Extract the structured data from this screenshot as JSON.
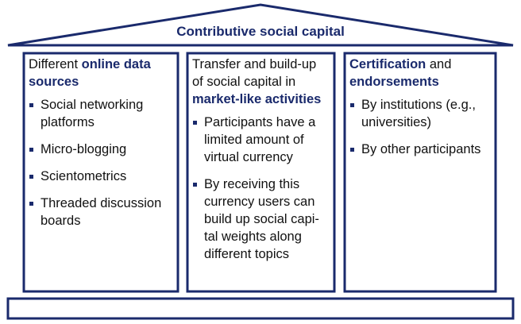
{
  "roof": {
    "title": "Contributive social capital"
  },
  "pillars": [
    {
      "heading": [
        {
          "text": "Different ",
          "emphasis": false
        },
        {
          "text": "online data sources",
          "emphasis": true
        }
      ],
      "items": [
        "Social networking platforms",
        "Micro-blogging",
        "Scientometrics",
        "Threaded discussion boards"
      ]
    },
    {
      "heading": [
        {
          "text": "Transfer and build-up of social capital in ",
          "emphasis": false
        },
        {
          "text": "market-like activities",
          "emphasis": true
        }
      ],
      "items": [
        "Participants have a limited amount of virtual currency",
        "By receiving this currency users can build up social capi-tal weights along different topics"
      ]
    },
    {
      "heading": [
        {
          "text": "Certification",
          "emphasis": true
        },
        {
          "text": " and ",
          "emphasis": false
        },
        {
          "text": "endorsements",
          "emphasis": true
        }
      ],
      "items": [
        "By institutions (e.g., universities)",
        "By other participants"
      ]
    }
  ],
  "base": {
    "label": ""
  },
  "colors": {
    "outline": "#1a2a6c",
    "emphasis": "#1a2a6c",
    "text": "#111111"
  }
}
